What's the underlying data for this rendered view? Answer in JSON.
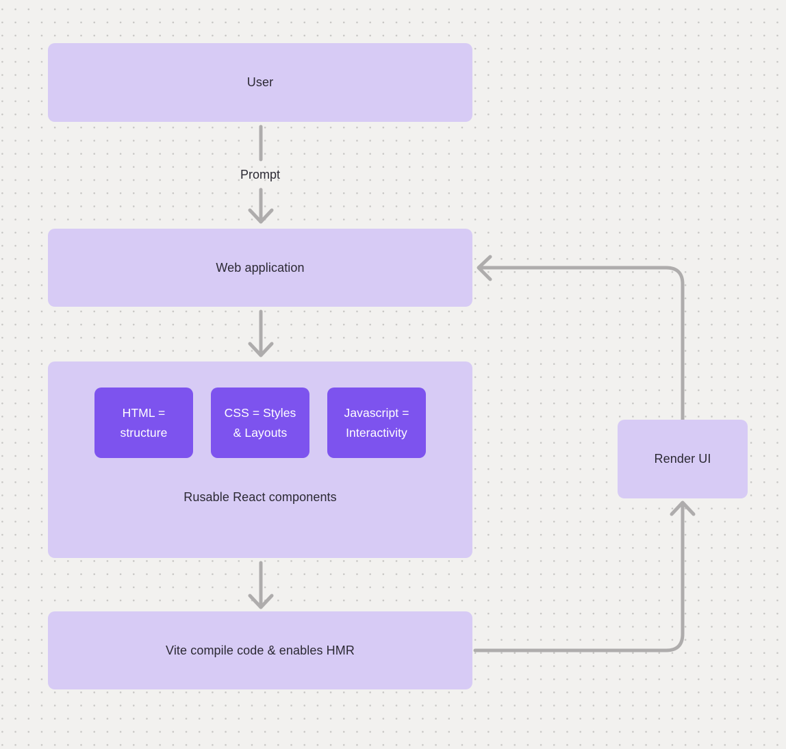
{
  "diagram": {
    "nodes": {
      "user": {
        "label": "User"
      },
      "web_application": {
        "label": "Web application"
      },
      "components_container": {
        "caption": "Rusable React components"
      },
      "html": {
        "line1": "HTML =",
        "line2": "structure"
      },
      "css": {
        "line1": "CSS = Styles",
        "line2": "& Layouts"
      },
      "javascript": {
        "line1": "Javascript =",
        "line2": "Interactivity"
      },
      "vite": {
        "label": "Vite compile code & enables HMR"
      },
      "render_ui": {
        "label": "Render UI"
      }
    },
    "edge_labels": {
      "prompt": "Prompt"
    },
    "colors": {
      "background": "#f2f1ef",
      "dot_grid": "#c7c6c4",
      "node_fill": "#d7cbf5",
      "accent_fill": "#7d53ee",
      "arrow": "#aeacac",
      "text_dark": "#2b2933",
      "text_light": "#ffffff"
    }
  }
}
